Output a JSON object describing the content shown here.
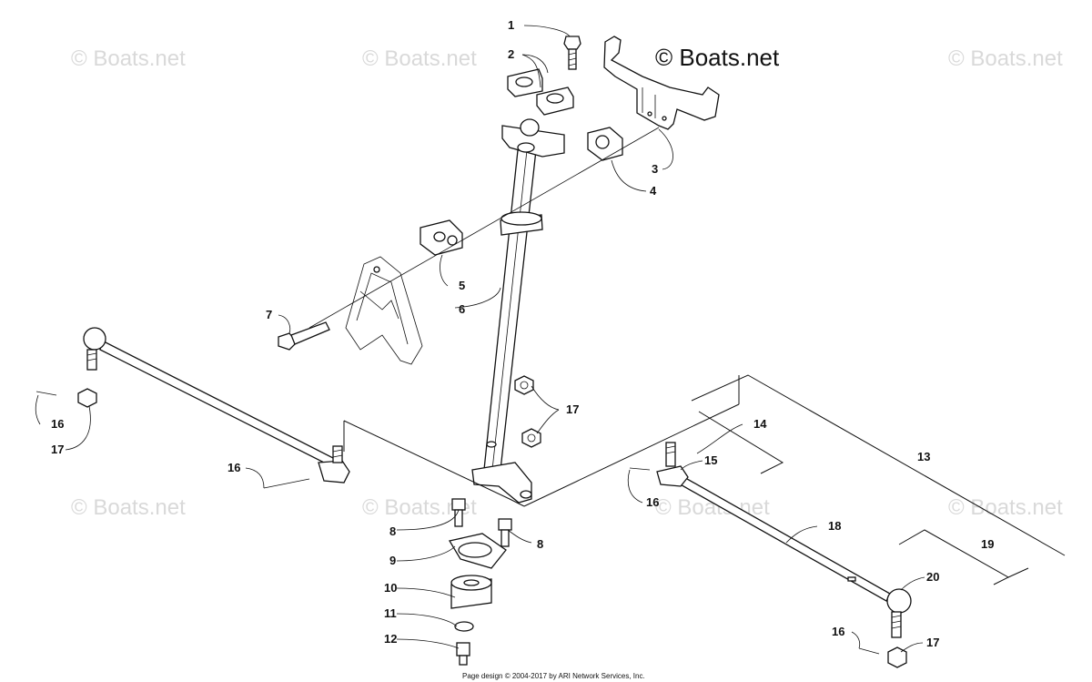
{
  "watermarks": {
    "main": "© Boats.net",
    "faded": "© Boats.net"
  },
  "footer": "Page design © 2004-2017 by ARI Network Services, Inc.",
  "callouts": {
    "c1": "1",
    "c2": "2",
    "c3": "3",
    "c4": "4",
    "c5": "5",
    "c6": "6",
    "c7": "7",
    "c8a": "8",
    "c8b": "8",
    "c9": "9",
    "c10": "10",
    "c11": "11",
    "c12": "12",
    "c13": "13",
    "c14": "14",
    "c15": "15",
    "c16a": "16",
    "c16b": "16",
    "c16c": "16",
    "c16d": "16",
    "c17a": "17",
    "c17b": "17",
    "c17c": "17",
    "c18": "18",
    "c19": "19",
    "c20": "20"
  }
}
